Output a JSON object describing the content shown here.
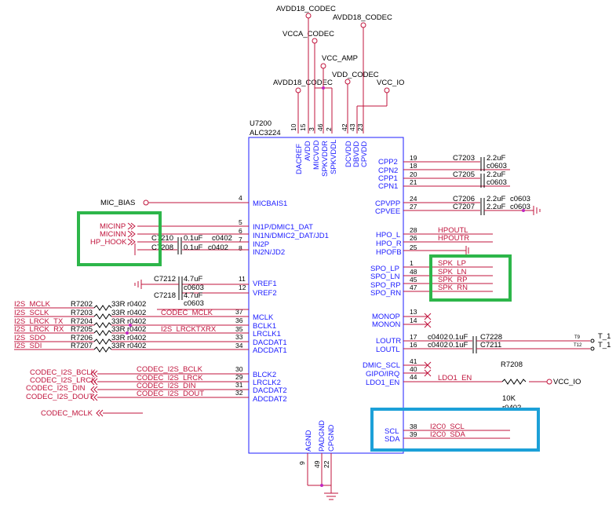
{
  "chip": {
    "ref": "U7200",
    "part": "ALC3224"
  },
  "supplies": {
    "avdd18_codec_a": "AVDD18_CODEC",
    "avdd18_codec_b": "AVDD18_CODEC",
    "vcca_codec": "VCCA_CODEC",
    "vcc_amp": "VCC_AMP",
    "avdd18_codec_c": "AVDD18_CODEC",
    "vdd_codec": "VDD_CODEC",
    "vcc_io": "VCC_IO"
  },
  "top_pins": [
    {
      "num": "10",
      "name": "DACREF"
    },
    {
      "num": "15",
      "name": "AVDD"
    },
    {
      "num": "3",
      "name": "MICVDD"
    },
    {
      "num": "46",
      "name": "SPKVDDR"
    },
    {
      "num": "2",
      "name": "SPKVDDL"
    },
    {
      "num": "42",
      "name": "DCVDD"
    },
    {
      "num": "43",
      "name": "DBVDD"
    },
    {
      "num": "23",
      "name": "CPVDD"
    }
  ],
  "bottom_pins": [
    {
      "num": "9",
      "name": "AGND"
    },
    {
      "num": "49",
      "name": "PADGND"
    },
    {
      "num": "22",
      "name": "CPGND"
    }
  ],
  "left_pins": [
    {
      "num": "4",
      "name": "MICBAIS1"
    },
    {
      "num": "5",
      "name": "IN1P/DMIC1_DAT"
    },
    {
      "num": "6",
      "name": "IN1N/DMIC2_DAT/JD1"
    },
    {
      "num": "7",
      "name": "IN2P"
    },
    {
      "num": "8",
      "name": "IN2N/JD2"
    },
    {
      "num": "11",
      "name": "VREF1"
    },
    {
      "num": "12",
      "name": "VREF2"
    },
    {
      "num": "37",
      "name": "MCLK"
    },
    {
      "num": "36",
      "name": "BCLK1"
    },
    {
      "num": "35",
      "name": "LRCLK1"
    },
    {
      "num": "33",
      "name": "DACDAT1"
    },
    {
      "num": "34",
      "name": "ADCDAT1"
    },
    {
      "num": "30",
      "name": "BLCK2"
    },
    {
      "num": "29",
      "name": "LRCLK2"
    },
    {
      "num": "31",
      "name": "DACDAT2"
    },
    {
      "num": "32",
      "name": "ADCDAT2"
    }
  ],
  "right_pins": [
    {
      "num": "19",
      "name": "CPP2"
    },
    {
      "num": "18",
      "name": "CPN2"
    },
    {
      "num": "20",
      "name": "CPP1"
    },
    {
      "num": "21",
      "name": "CPN1"
    },
    {
      "num": "24",
      "name": "CPVPP"
    },
    {
      "num": "27",
      "name": "CPVEE"
    },
    {
      "num": "28",
      "name": "HPO_L"
    },
    {
      "num": "26",
      "name": "HPO_R"
    },
    {
      "num": "25",
      "name": "HPOFB"
    },
    {
      "num": "1",
      "name": "SPO_LP"
    },
    {
      "num": "48",
      "name": "SPO_LN"
    },
    {
      "num": "45",
      "name": "SPO_RP"
    },
    {
      "num": "47",
      "name": "SPO_RN"
    },
    {
      "num": "13",
      "name": "MONOP"
    },
    {
      "num": "14",
      "name": "MONON"
    },
    {
      "num": "17",
      "name": "LOUTR"
    },
    {
      "num": "16",
      "name": "LOUTL"
    },
    {
      "num": "41",
      "name": "DMIC_SCL"
    },
    {
      "num": "40",
      "name": "GIPO/IRQ"
    },
    {
      "num": "44",
      "name": "LDO1_EN"
    },
    {
      "num": "38",
      "name": "SCL"
    },
    {
      "num": "39",
      "name": "SDA"
    }
  ],
  "nets": {
    "mic_bias": "MIC_BIAS",
    "micinp": "MICINP",
    "micinn": "MICINN",
    "hp_hook": "HP_HOOK",
    "hpoutl": "HPOUTL",
    "hpoutr": "HPOUTR",
    "spk_lp": "SPK_LP",
    "spk_ln": "SPK_LN",
    "spk_rp": "SPK_RP",
    "spk_rn": "SPK_RN",
    "codec_mclk_a": "CODEC_MCLK",
    "i2s_lrcktxrx": "I2S_LRCKTXRX",
    "ldo1_en": "LDO1_EN",
    "i2c0_scl": "I2C0_SCL",
    "i2c0_sda": "I2C0_SDA",
    "codec_i2s_bclk": "CODEC_I2S_BCLK",
    "codec_i2s_lrck": "CODEC_I2S_LRCK",
    "codec_i2s_din": "CODEC_I2S_DIN",
    "codec_i2s_dout": "CODEC_I2S_DOUT",
    "codec_mclk_b": "CODEC_MCLK"
  },
  "i2s_left": [
    {
      "net": "I2S_MCLK",
      "res": "R7202",
      "val": "33R",
      "pkg": "r0402"
    },
    {
      "net": "I2S_SCLK",
      "res": "R7203",
      "val": "33R",
      "pkg": "r0402"
    },
    {
      "net": "I2S_LRCK_TX",
      "res": "R7204",
      "val": "33R",
      "pkg": "r0402"
    },
    {
      "net": "I2S_LRCK_RX",
      "res": "R7205",
      "val": "33R",
      "pkg": "r0402"
    },
    {
      "net": "I2S_SDO",
      "res": "R7206",
      "val": "33R",
      "pkg": "r0402"
    },
    {
      "net": "I2S_SDI",
      "res": "R7207",
      "val": "33R",
      "pkg": "r0402"
    }
  ],
  "i2s2_left": [
    "CODEC_I2S_BCLK",
    "CODEC_I2S_LRCK",
    "CODEC_I2S_DIN",
    "CODEC_I2S_DOUT",
    "CODEC_MCLK"
  ],
  "caps": {
    "c7210": {
      "ref": "C7210",
      "val": "0.1uF",
      "pkg": "c0402"
    },
    "c7208": {
      "ref": "C7208",
      "val": "0.1uF",
      "pkg": "c0402"
    },
    "c7212": {
      "ref": "C7212",
      "val": "4.7uF",
      "pkg": "c0603"
    },
    "c7218": {
      "ref": "C7218",
      "val": "4.7uF",
      "pkg": "c0603"
    },
    "c7203": {
      "ref": "C7203",
      "val": "2.2uF",
      "pkg": "c0603"
    },
    "c7205": {
      "ref": "C7205",
      "val": "2.2uF",
      "pkg": "c0603"
    },
    "c7206": {
      "ref": "C7206",
      "val": "2.2uF",
      "pkg": "c0603"
    },
    "c7207": {
      "ref": "C7207",
      "val": "2.2uF",
      "pkg": "c0603"
    },
    "c7228": {
      "ref": "C7228",
      "val": "0.1uF",
      "pkg": "c0402"
    },
    "c7211": {
      "ref": "C7211",
      "val": "0.1uF",
      "pkg": "c0402"
    }
  },
  "r7208": {
    "ref": "R7208",
    "val": "10K",
    "pkg": "r0402"
  },
  "test_points": {
    "t9": "T9",
    "t1a": "T_1",
    "t12": "T12",
    "t1b": "T_1"
  },
  "colors": {
    "chip": "#1c1cff",
    "net": "#c0143c",
    "highlight_green": "#2db64a",
    "highlight_blue": "#1ca0d8"
  }
}
